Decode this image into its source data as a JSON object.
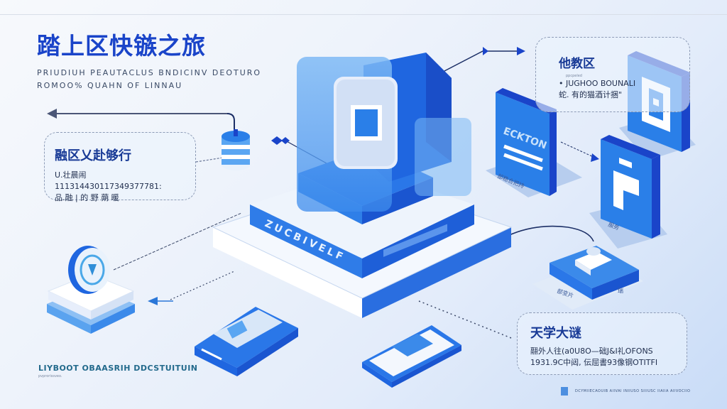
{
  "header": {
    "title": "踏上区快镞之旅",
    "subtitle_line1": "PRIUDIUH PEAUTACLUS BNDICINV DEOTURO",
    "subtitle_line2": "ROMOO% QUAHN OF LINNAU"
  },
  "cards": {
    "left": {
      "heading": "融区乂赴够行",
      "line1": "U.壮晨闹 111314430117349377781:",
      "line2": "品.融 | 的 野 蒴 暖"
    },
    "top_right": {
      "heading": "他教区",
      "tiny": "ppcpeled",
      "line1": "• JUGHOO BOUNALI",
      "line2": "蛇. 有的猫酒计捆\""
    },
    "bottom_right": {
      "heading": "天学大谜",
      "line1": "翮外人往(a0U8O—础J&I礼OFONS",
      "line2": "1931.9C中闼, 伝屈書93像钢OTITFI"
    }
  },
  "footer": {
    "left_title": "LIYBOOT OBAASRIH DDCSTUITUIN",
    "left_sub": "pvprorissveo.",
    "right_text": "DCYMIIECAOUIB AIIVAI INIIUSO SIIIUSC IIAIIA AIIVOCIIO"
  },
  "diagram": {
    "platform_label": "ZUCBIVELF",
    "screen_label": "ECKTON",
    "screen_base_label": "部稳合把持",
    "tile_base_label": "服务",
    "device_label_left": "部变片",
    "device_label_right": "瑞"
  },
  "colors": {
    "primary_blue": "#1f6fe5",
    "dark_blue": "#1a44c9",
    "light_blue": "#5aa6f2",
    "heading_blue": "#183a96",
    "line": "#1c2f66"
  }
}
